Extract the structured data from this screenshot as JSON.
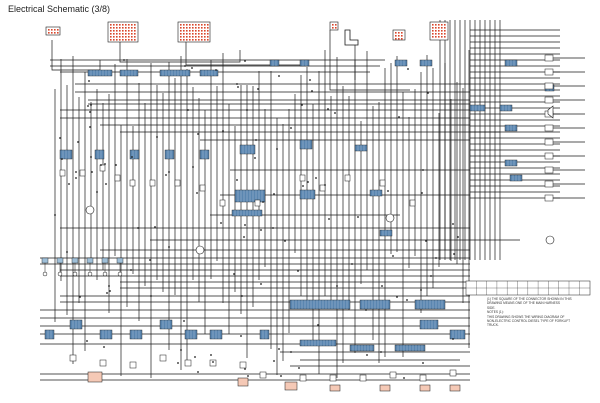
{
  "title": "Electrical Schematic (3/8)",
  "notes": [
    "(1) THE SQUARE OF THE CONNECTOR SHOWN IN THIS",
    "    DRAWING MEANS ONE OF THE MAIN HARNESS",
    "    SIDE.",
    "NOTES (1):",
    "THIS DRAWING SHOWS THE WIRING DIAGRAM OF",
    "NON-ELECTRIC CONTROL DIESEL TYPE OF FORKLIFT",
    "TRUCK."
  ],
  "colors": {
    "wire": "#1a1a1a",
    "connector_fill": "#5a86b0",
    "connector_light": "#9fbfd8",
    "accent": "#d9462b",
    "component_fill": "#f5c9b6"
  }
}
